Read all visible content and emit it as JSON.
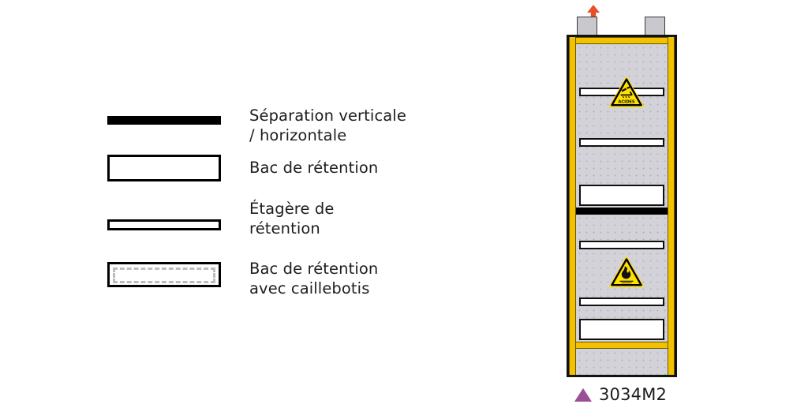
{
  "legend": {
    "items": [
      {
        "swatch": "thick-black-bar",
        "label": "Séparation verticale / horizontale",
        "line1": "Séparation verticale",
        "line2": "/ horizontale"
      },
      {
        "swatch": "outlined-deep-tray",
        "label": "Bac de rétention",
        "line1": "Bac de rétention",
        "line2": ""
      },
      {
        "swatch": "outlined-thin-shelf",
        "label": "Étagère de rétention",
        "line1": "Étagère de",
        "line2": "rétention"
      },
      {
        "swatch": "outlined-tray-with-grating",
        "label": "Bac de rétention avec caillebotis",
        "line1": "Bac de rétention",
        "line2": "avec caillebotis"
      }
    ]
  },
  "cabinet": {
    "name": "safety-storage-cabinet-cross-section",
    "exhaust_arrow": "exhaust-up-arrow",
    "vents": [
      "vent-block-left",
      "vent-block-right"
    ],
    "hazards": [
      {
        "id": "acid-hazard-pictogram",
        "type": "corrosive",
        "text": "ACIDES"
      },
      {
        "id": "flammable-hazard-pictogram",
        "type": "flammable",
        "text": ""
      }
    ],
    "shelves": [
      {
        "id": "shelf-1",
        "type": "Étagère de rétention"
      },
      {
        "id": "shelf-2",
        "type": "Étagère de rétention"
      },
      {
        "id": "tray-1",
        "type": "Bac de rétention"
      },
      {
        "id": "separation-1",
        "type": "Séparation horizontale"
      },
      {
        "id": "shelf-3",
        "type": "Étagère de rétention"
      },
      {
        "id": "shelf-4",
        "type": "Étagère de rétention"
      },
      {
        "id": "tray-2",
        "type": "Bac de rétention"
      }
    ]
  },
  "model": {
    "marker": "triangle-marker",
    "code": "3034M2"
  },
  "colors": {
    "frame_yellow": "#f2c200",
    "body_gray": "#d2d2d8",
    "outline_black": "#111111",
    "marker_purple": "#9b4f96",
    "arrow_orange": "#e8502a",
    "hazard_yellow": "#ffe000",
    "grating_gray": "#bcbcbc"
  }
}
